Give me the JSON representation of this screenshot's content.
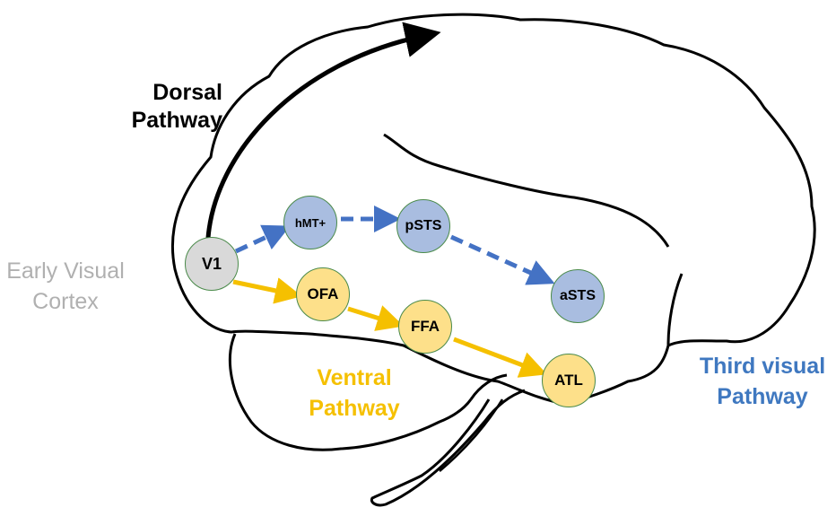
{
  "labels": {
    "dorsal": "Dorsal\nPathway",
    "early": "Early Visual\nCortex",
    "ventral": "Ventral\nPathway",
    "third": "Third  visual\nPathway"
  },
  "nodes": {
    "v1": "V1",
    "hmt": "hMT+",
    "psts": "pSTS",
    "asts": "aSTS",
    "ofa": "OFA",
    "ffa": "FFA",
    "atl": "ATL"
  },
  "colors": {
    "dorsal": "#000000",
    "early": "#b0b0b0",
    "ventral": "#f5c000",
    "third": "#3f78c0",
    "v1_fill": "#d9d9d9",
    "blue_node_fill": "#a9bde0",
    "yellow_node_fill": "#fde08a",
    "node_border": "#4a8a4a",
    "dashed_arrow": "#4472c4",
    "solid_yellow_arrow": "#f5c000"
  }
}
